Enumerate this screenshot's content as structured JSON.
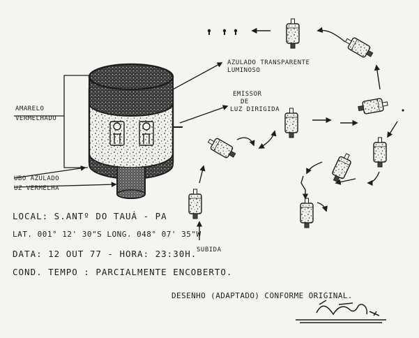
{
  "labels": {
    "azulado": "AZULADO TRANSPARENTE",
    "luminoso": "LUMINOSO",
    "emissor": "EMISSOR",
    "de": "DE",
    "luz_dirigida": "LUZ DIRIGIDA",
    "amarelo": "AMARELO",
    "vermelhado": "VERMELHADO",
    "tubo_azulado": "UBO AZULADO",
    "luz_vermelha": "UZ VERMELHA",
    "subida": "SUBIDA"
  },
  "report": {
    "local": "LOCAL: S.ANTº DO TAUÁ - PA",
    "coords": "LAT. 001° 12' 30\"S  LONG. 048° 07' 35\"W",
    "data": "DATA: 12 OUT 77 - HORA: 23:30H.",
    "cond": "COND. TEMPO : PARCIALMENTE ENCOBERTO.",
    "desenho": "DESENHO (ADAPTADO) CONFORME ORIGINAL."
  },
  "colors": {
    "ink": "#1d1d1d",
    "paper": "#f4f4f1"
  }
}
